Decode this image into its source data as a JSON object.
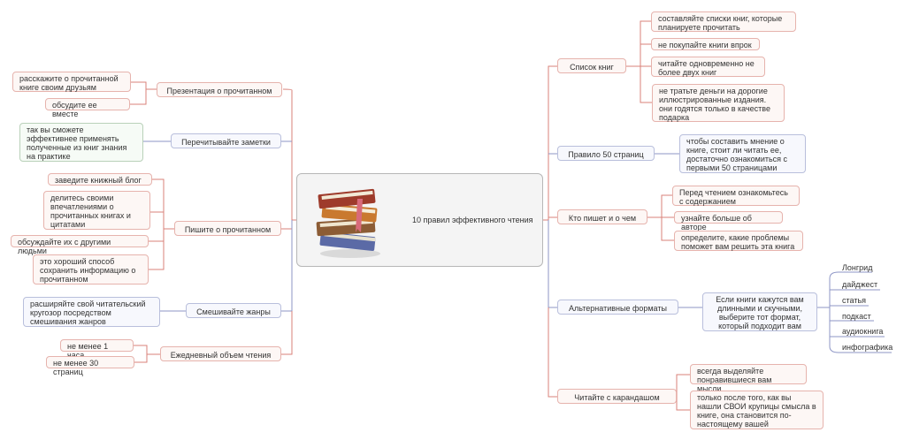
{
  "center": {
    "title": "10 правил эффективного чтения",
    "image_icon": "books-stack-icon"
  },
  "left": {
    "presentation": {
      "label": "Презентация о прочитанном",
      "items": [
        "расскажите о прочитанной книге своим друзьям",
        "обсудите ее вместе"
      ]
    },
    "reread": {
      "label": "Перечитывайте заметки",
      "items": [
        "так вы сможете эффективнее применять полученные из книг знания на практике"
      ]
    },
    "write": {
      "label": "Пишите о прочитанном",
      "items": [
        "заведите книжный блог",
        "делитесь своими впечатлениями о прочитанных книгах и цитатами",
        "обсуждайте их с другими людьми",
        "это хороший способ сохранить информацию о прочитанном"
      ]
    },
    "genres": {
      "label": "Смешивайте жанры",
      "items": [
        "расширяйте свой читательский кругозор посредством смешивания жанров"
      ]
    },
    "daily": {
      "label": "Ежедневный объем чтения",
      "items": [
        "не менее 1 часа",
        "не менее 30 страниц"
      ]
    }
  },
  "right": {
    "booklist": {
      "label": "Список книг",
      "items": [
        "составляйте списки книг, которые планируете прочитать",
        "не покупайте книги впрок",
        "читайте одновременно не более двух книг",
        "не тратьте деньги на дорогие иллюстрированные издания. они годятся только в качестве подарка"
      ]
    },
    "rule50": {
      "label": "Правило 50 страниц",
      "items": [
        "чтобы составить мнение о книге, стоит ли читать ее, достаточно ознакомиться с первыми 50 страницами"
      ]
    },
    "author": {
      "label": "Кто пишет и о чем",
      "items": [
        "Перед чтением ознакомьтесь с содержанием",
        "узнайте больше об авторе",
        "определите, какие проблемы поможет вам решить эта книга"
      ]
    },
    "formats": {
      "label": "Альтернативные форматы",
      "items": [
        "Если книги кажутся вам длинными и скучными, выберите тот формат, который подходит вам"
      ],
      "sub": [
        "Лонгрид",
        "дайджест",
        "статья",
        "подкаст",
        "аудиокнига",
        "инфографика"
      ]
    },
    "pencil": {
      "label": "Читайте с карандашом",
      "items": [
        "всегда выделяйте понравившиеся вам мысли.",
        "только после того, как вы нашли СВОИ крупицы смысла в книге, она становится по-настоящему вашей"
      ]
    }
  },
  "colors": {
    "red": "#d9827a",
    "blue": "#8e96c6",
    "green": "#8fb58f",
    "center_border": "#b7b7b7"
  }
}
